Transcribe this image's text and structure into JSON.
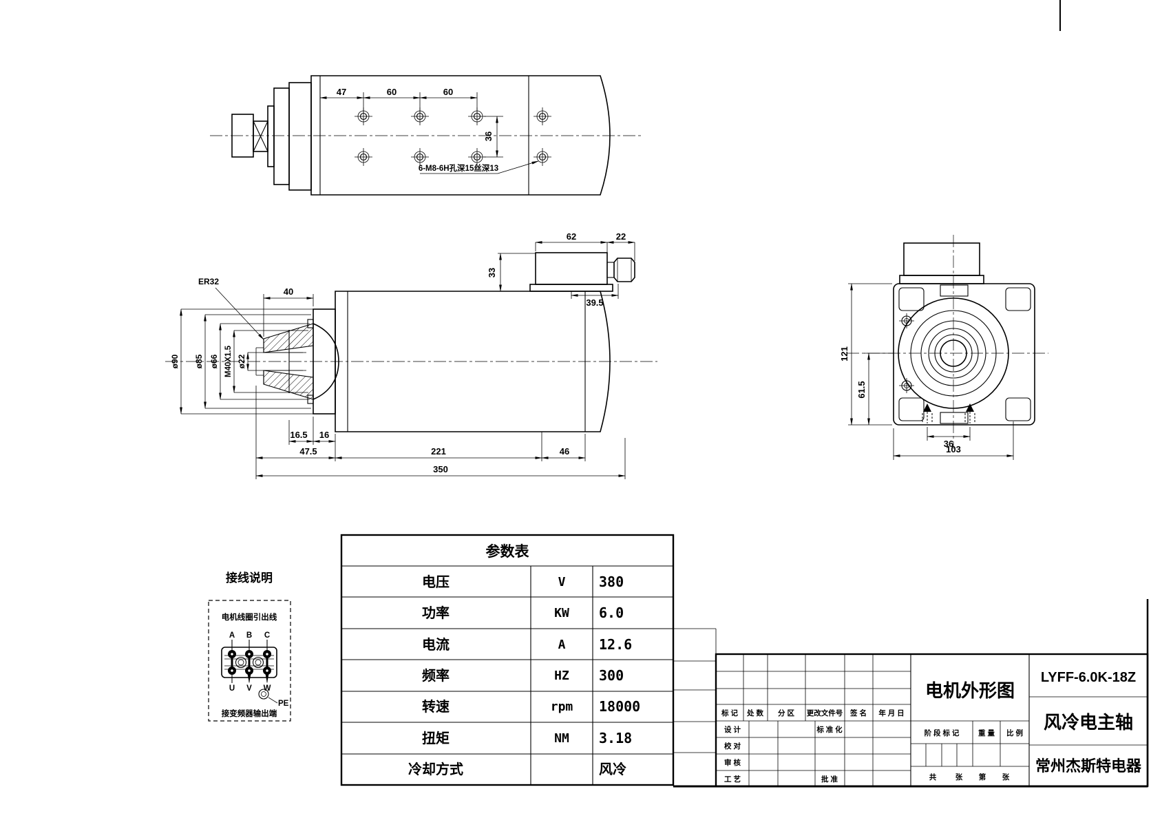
{
  "top_view": {
    "dim_47": "47",
    "dim_60a": "60",
    "dim_60b": "60",
    "dim_36": "36",
    "hole_callout": "6-M8-6H孔深15丝深13"
  },
  "side_view": {
    "dim_62": "62",
    "dim_22": "22",
    "dim_33": "33",
    "dim_39_5": "39.5",
    "dim_40": "40",
    "collet_label": "ER32",
    "dia_90": "ø90",
    "dia_85": "ø85",
    "dia_66": "ø66",
    "thread": "M40X1.5",
    "dia_22": "ø22",
    "dim_16_5": "16.5",
    "dim_16": "16",
    "dim_47_5": "47.5",
    "dim_221": "221",
    "dim_46": "46",
    "dim_350": "350"
  },
  "end_view": {
    "dim_121": "121",
    "dim_61_5": "61.5",
    "dim_36": "36",
    "dim_103": "103"
  },
  "wiring": {
    "title": "接线说明",
    "box_label": "电机线圈引出线",
    "phase_a": "A",
    "phase_b": "B",
    "phase_c": "C",
    "out_u": "U",
    "out_v": "V",
    "out_w": "W",
    "pe": "PE",
    "bottom_label": "接变频器输出端"
  },
  "param_table": {
    "title": "参数表",
    "rows": [
      {
        "name": "电压",
        "unit": "V",
        "value": "380"
      },
      {
        "name": "功率",
        "unit": "KW",
        "value": "6.0"
      },
      {
        "name": "电流",
        "unit": "A",
        "value": "12.6"
      },
      {
        "name": "频率",
        "unit": "HZ",
        "value": "300"
      },
      {
        "name": "转速",
        "unit": "rpm",
        "value": "18000"
      },
      {
        "name": "扭矩",
        "unit": "NM",
        "value": "3.18"
      },
      {
        "name": "冷却方式",
        "unit": "",
        "value": "风冷"
      }
    ]
  },
  "title_block": {
    "drawing_title": "电机外形图",
    "model": "LYFF-6.0K-18Z",
    "product_name": "风冷电主轴",
    "company": "常州杰斯特电器",
    "rev_cols": [
      "标 记",
      "处 数",
      "分  区",
      "更改文件号",
      "签 名",
      "年 月 日"
    ],
    "sign_rows": [
      "设 计",
      "校 对",
      "审 核",
      "工 艺"
    ],
    "standardization": "标 准 化",
    "approval": "批 准",
    "stage_mark": "阶 段 标 记",
    "weight": "重 量",
    "scale": "比 例",
    "sheet_total": "共",
    "sheet_zhang1": "张",
    "sheet_no": "第",
    "sheet_zhang2": "张"
  }
}
